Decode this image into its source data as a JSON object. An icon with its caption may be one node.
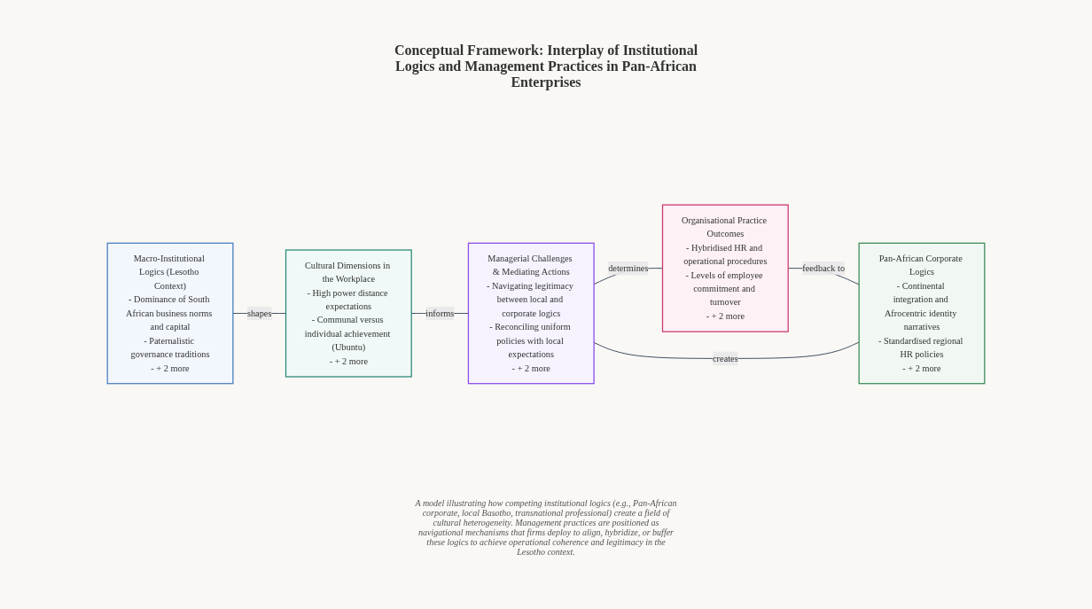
{
  "diagram": {
    "title": "Conceptual Framework: Interplay of Institutional Logics and Management Practices in Pan-African Enterprises",
    "caption": "A model illustrating how competing institutional logics (e.g., Pan-African corporate, local Basotho, transnational professional) create a field of cultural heterogeneity. Management practices are positioned as navigational mechanisms that firms deploy to align, hybridize, or buffer these logics to achieve operational coherence and legitimacy in the Lesotho context.",
    "nodes": [
      {
        "text": [
          "Macro-Institutional Logics (Lesotho Context)",
          "- Dominance of South African business norms and capital",
          "- Paternalistic governance traditions",
          "- + 2 more"
        ]
      },
      {
        "text": [
          "Cultural Dimensions in the Workplace",
          "- High power distance expectations",
          "- Communal versus individual achievement (Ubuntu)",
          "- + 2 more"
        ]
      },
      {
        "text": [
          "Pan-African Corporate Logics",
          "- Continental integration and Afrocentric identity narratives",
          "- Standardised regional HR policies",
          "- + 2 more"
        ]
      },
      {
        "text": [
          "Managerial Challenges & Mediating Actions",
          "- Navigating legitimacy between local and corporate logics",
          "- Reconciling uniform policies with local expectations",
          "- + 2 more"
        ]
      },
      {
        "text": [
          "Organisational Practice Outcomes",
          "- Hybridised HR and operational procedures",
          "- Levels of employee commitment and turnover",
          "- + 2 more"
        ]
      }
    ],
    "edges": [
      {
        "from": 0,
        "to": 1,
        "arrow": "none",
        "label": "shapes"
      },
      {
        "from": 1,
        "to": 3,
        "arrow": "none",
        "label": "informs"
      },
      {
        "from": 2,
        "to": 3,
        "arrow": "none",
        "label": "creates"
      },
      {
        "from": 4,
        "to": 2,
        "arrow": "none",
        "label": "feedback to"
      },
      {
        "from": 3,
        "to": 4,
        "arrow": "none",
        "label": "determines"
      }
    ]
  }
}
